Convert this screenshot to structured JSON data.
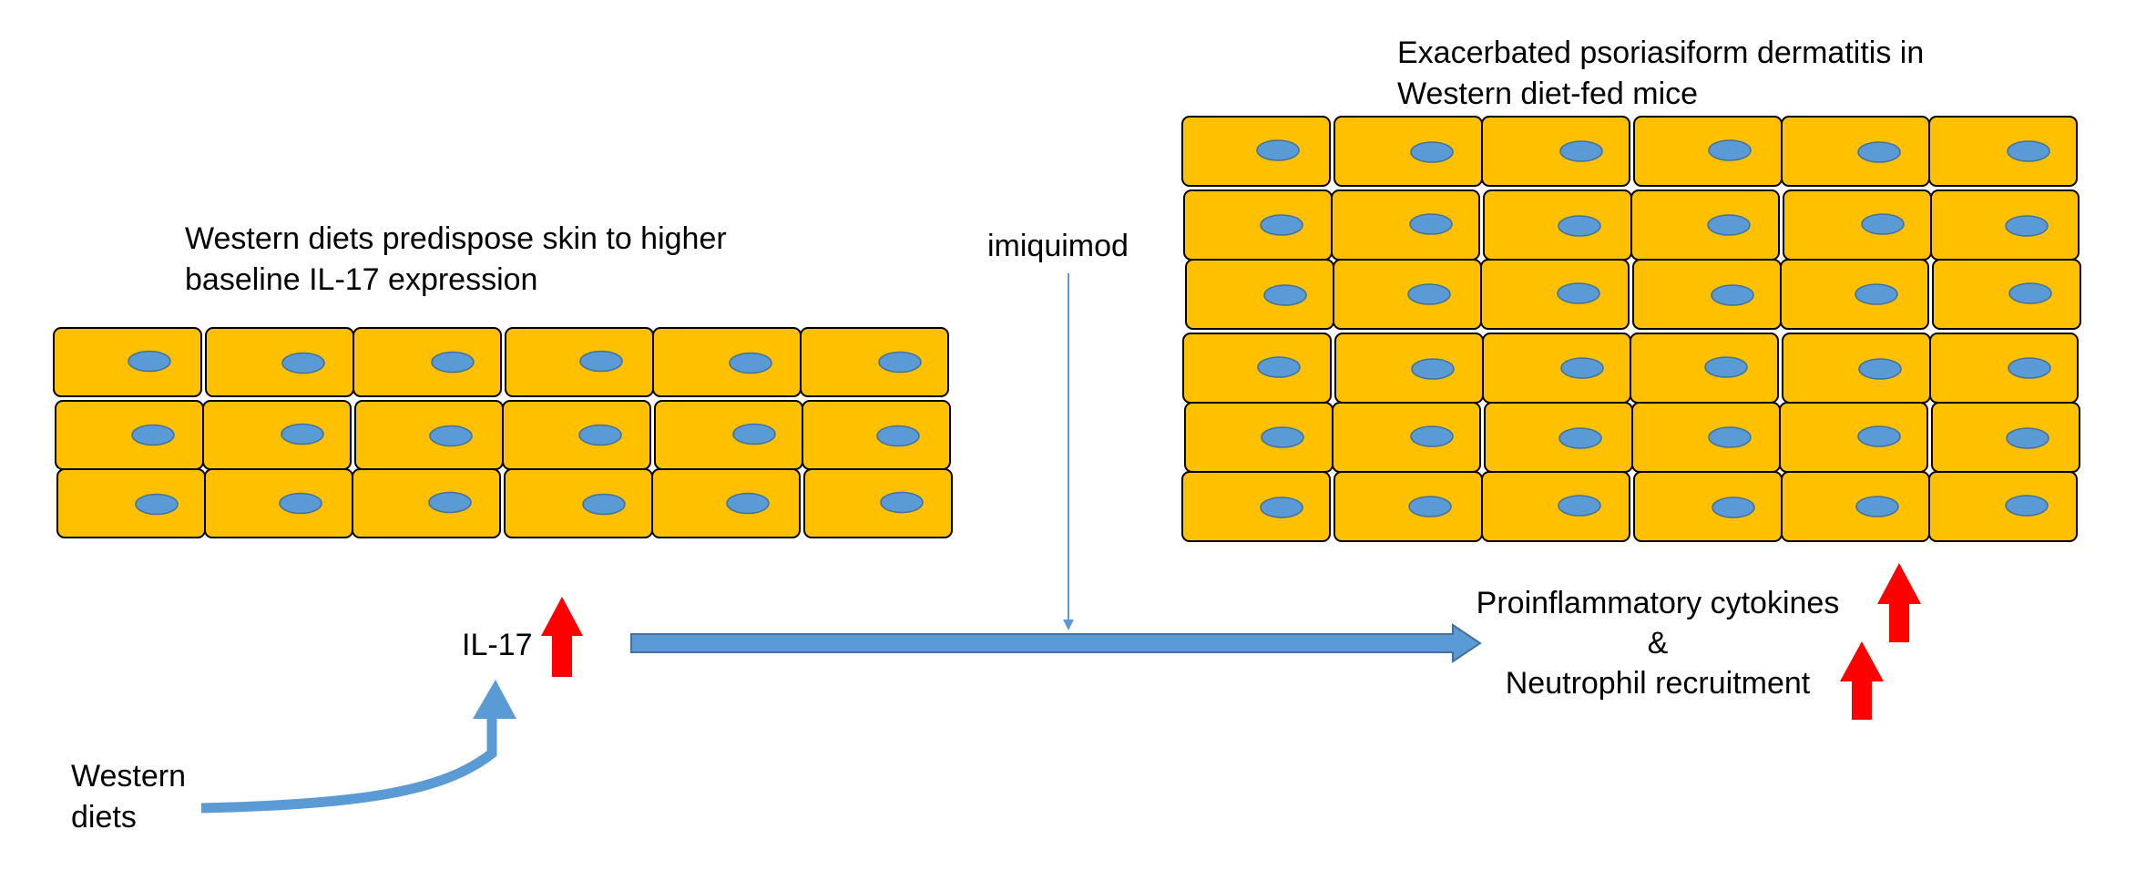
{
  "left_panel": {
    "caption_line1": "Western diets predispose skin to higher",
    "caption_line2": "baseline IL-17 expression",
    "tissue_rows": 3,
    "tissue_cols": 6
  },
  "right_panel": {
    "caption_line1": "Exacerbated psoriasiform dermatitis in",
    "caption_line2": "Western diet-fed mice",
    "tissue_rows": 6,
    "tissue_cols": 6
  },
  "labels": {
    "imiquimod": "imiquimod",
    "il17": "IL-17",
    "western_line1": "Western",
    "western_line2": "diets",
    "proinflammatory": "Proinflammatory cytokines",
    "ampersand": "&",
    "neutrophil": "Neutrophil recruitment"
  },
  "colors": {
    "cell_fill": "#ffc000",
    "nucleus_fill": "#5b9bd5",
    "arrow_blue": "#5b9bd5",
    "increase_arrow_red": "#ff0000",
    "thin_arrow": "#5b9bd5"
  },
  "icons": {
    "increase": "red-up-arrow",
    "progression": "blue-right-arrow",
    "stimulus": "thin-down-arrow"
  }
}
